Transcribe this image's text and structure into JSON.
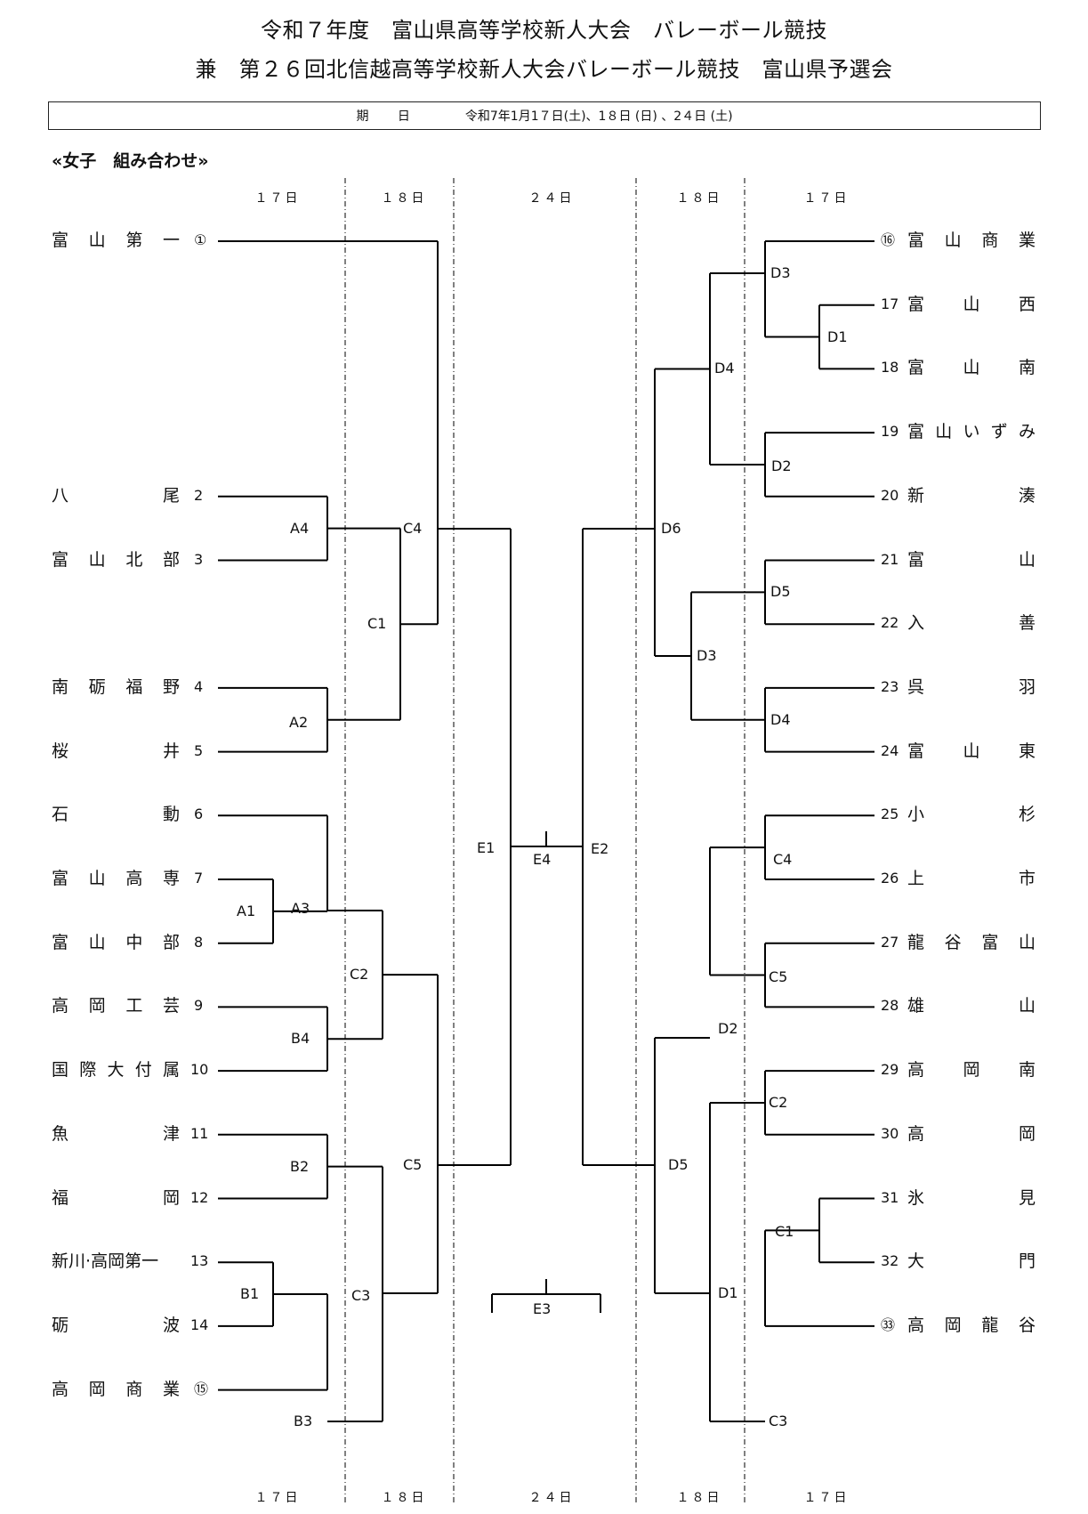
{
  "header": {
    "title_line1": "令和７年度　富山県高等学校新人大会　バレーボール競技",
    "title_line2": "兼　第２６回北信越高等学校新人大会バレーボール競技　富山県予選会",
    "date_label": "期 日",
    "date_value": "令和7年1月1７日(土)、1８日 (日) 、2４日 (土)"
  },
  "section_title": "«女子　組み合わせ»",
  "day_headers": {
    "top": [
      "１７日",
      "１８日",
      "２４日",
      "１８日",
      "１７日"
    ],
    "bottom": [
      "１７日",
      "１８日",
      "２４日",
      "１８日",
      "１７日"
    ]
  },
  "left_teams": [
    {
      "seed": "①",
      "name": "富山第一"
    },
    {
      "seed": "2",
      "name": "八尾"
    },
    {
      "seed": "3",
      "name": "富山北部"
    },
    {
      "seed": "4",
      "name": "南砺福野"
    },
    {
      "seed": "5",
      "name": "桜井"
    },
    {
      "seed": "6",
      "name": "石動"
    },
    {
      "seed": "7",
      "name": "富山高専"
    },
    {
      "seed": "8",
      "name": "富山中部"
    },
    {
      "seed": "9",
      "name": "高岡工芸"
    },
    {
      "seed": "10",
      "name": "国際大付属"
    },
    {
      "seed": "11",
      "name": "魚津"
    },
    {
      "seed": "12",
      "name": "福岡"
    },
    {
      "seed": "13",
      "name": "新川·高岡第一"
    },
    {
      "seed": "14",
      "name": "砺波"
    },
    {
      "seed": "⑮",
      "name": "高岡商業"
    }
  ],
  "right_teams": [
    {
      "seed": "⑯",
      "name": "富山商業"
    },
    {
      "seed": "17",
      "name": "富山西"
    },
    {
      "seed": "18",
      "name": "富山南"
    },
    {
      "seed": "19",
      "name": "富山いずみ"
    },
    {
      "seed": "20",
      "name": "新湊"
    },
    {
      "seed": "21",
      "name": "富山"
    },
    {
      "seed": "22",
      "name": "入善"
    },
    {
      "seed": "23",
      "name": "呉羽"
    },
    {
      "seed": "24",
      "name": "富山東"
    },
    {
      "seed": "25",
      "name": "小杉"
    },
    {
      "seed": "26",
      "name": "上市"
    },
    {
      "seed": "27",
      "name": "龍谷富山"
    },
    {
      "seed": "28",
      "name": "雄山"
    },
    {
      "seed": "29",
      "name": "高岡南"
    },
    {
      "seed": "30",
      "name": "高岡"
    },
    {
      "seed": "31",
      "name": "氷見"
    },
    {
      "seed": "32",
      "name": "大門"
    },
    {
      "seed": "㉝",
      "name": "高岡龍谷"
    }
  ],
  "match_labels": {
    "left": [
      "A1",
      "A2",
      "A3",
      "A4",
      "B1",
      "B2",
      "B3",
      "B4",
      "C1",
      "C2",
      "C3",
      "C4",
      "C5"
    ],
    "center": [
      "E1",
      "E2",
      "E3",
      "E4"
    ],
    "right": [
      "D1",
      "D2",
      "D3",
      "D4",
      "D5",
      "C1",
      "C2",
      "C3",
      "C4",
      "C5",
      "D1",
      "D2",
      "D3",
      "D4",
      "D5",
      "D6"
    ]
  }
}
